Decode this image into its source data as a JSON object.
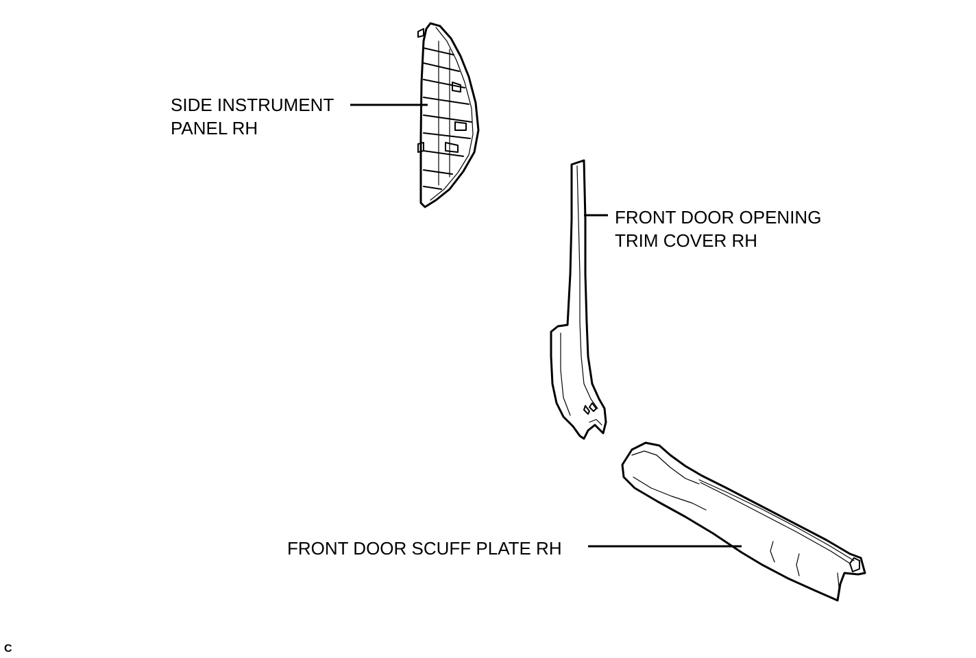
{
  "labels": {
    "side_instrument_panel": [
      "SIDE INSTRUMENT",
      "PANEL RH"
    ],
    "front_door_opening_trim": [
      "FRONT DOOR OPENING",
      "TRIM COVER RH"
    ],
    "front_door_scuff_plate": "FRONT DOOR SCUFF PLATE RH"
  },
  "corner_code": "C"
}
